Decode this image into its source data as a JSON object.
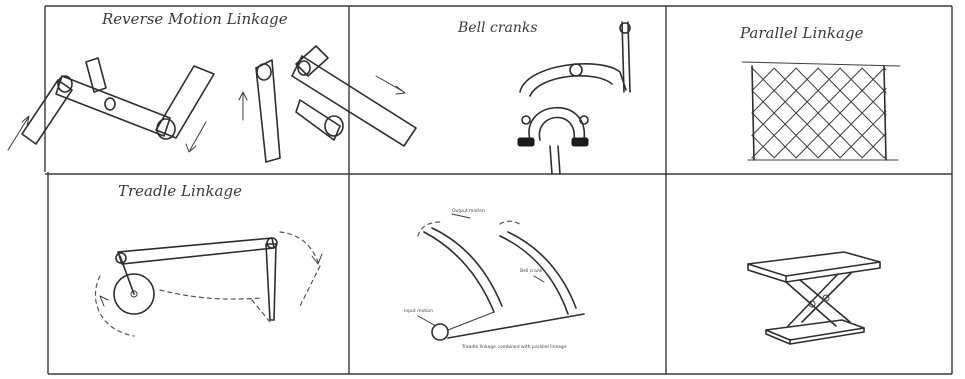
{
  "panels": {
    "reverse_motion": {
      "title": "Reverse Motion Linkage"
    },
    "bell_cranks": {
      "title": "Bell cranks"
    },
    "parallel": {
      "title": "Parallel Linkage"
    },
    "treadle": {
      "title": "Treadle Linkage"
    },
    "treadle_diagram": {
      "labels": [
        "Output motion",
        "Bell crank",
        "Input motion",
        "Treadle linkage combined with parallel linkage"
      ]
    },
    "scissor_lift": {
      "title": ""
    }
  }
}
